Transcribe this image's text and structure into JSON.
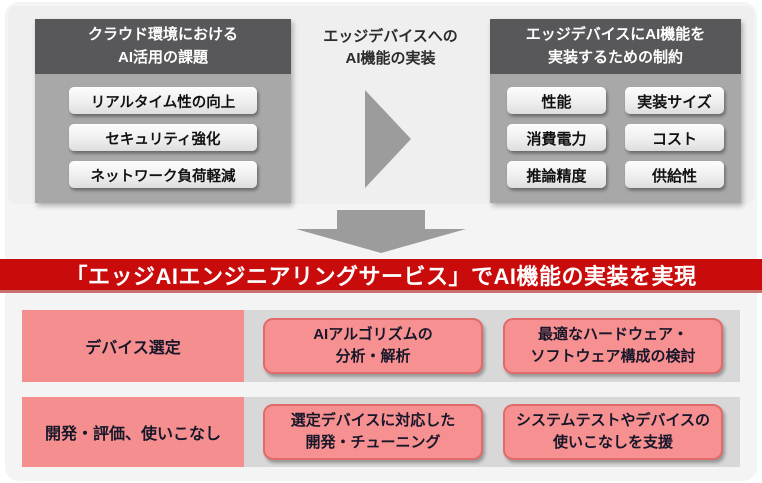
{
  "top": {
    "left_box": {
      "title": "クラウド環境における\nAI活用の課題",
      "items": [
        "リアルタイム性の向上",
        "セキュリティ強化",
        "ネットワーク負荷軽減"
      ]
    },
    "transition": {
      "label": "エッジデバイスへの\nAI機能の実装"
    },
    "right_box": {
      "title": "エッジデバイスにAI機能を\n実装するための制約",
      "items": [
        "性能",
        "実装サイズ",
        "消費電力",
        "コスト",
        "推論精度",
        "供給性"
      ]
    }
  },
  "banner": {
    "text": "「エッジAIエンジニアリングサービス」でAI機能の実装を実現"
  },
  "service_rows": [
    {
      "label": "デバイス選定",
      "boxes": [
        "AIアルゴリズムの\n分析・解析",
        "最適なハードウェア・\nソフトウェア構成の検討"
      ]
    },
    {
      "label": "開発・評価、使いこなし",
      "boxes": [
        "選定デバイスに対応した\n開発・チューニング",
        "システムテストやデバイスの\n使いこなしを支援"
      ]
    }
  ],
  "colors": {
    "banner_red": "#ca0b0b",
    "banner_edge": "#c76e6e",
    "header_gray": "#58585a",
    "body_gray": "#a8a8a8",
    "band_gray": "#d8d8d8",
    "pink": "#f58f8f",
    "pink_border": "#e16a6a",
    "arrow_gray": "#9c9c9c"
  }
}
